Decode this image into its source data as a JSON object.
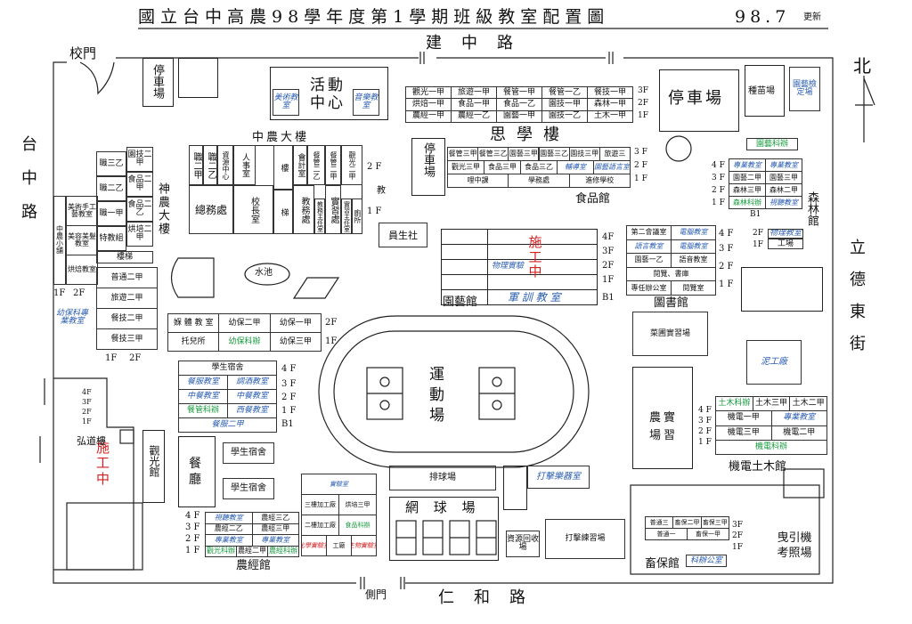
{
  "title": "國立台中高農98學年度第1學期班級教室配置圖",
  "date": "98.7",
  "date_suffix": "更新",
  "compass": "北",
  "roads": {
    "top": "建中路",
    "bottom": "仁和路",
    "left": "台中路",
    "right": "立德東街"
  },
  "gates": {
    "main": "校門",
    "side": "側門"
  },
  "parking": {
    "left": "停車場",
    "center": "停車場",
    "right": "停車場"
  },
  "activity_center": {
    "name": "活動中心",
    "left": "美術教室",
    "right": "音樂教室"
  },
  "zhongnong": {
    "name": "中農大樓",
    "wing_left": [
      "職二甲",
      "職二乙",
      "資源中心"
    ],
    "admin": "總務處",
    "principal": "校長室",
    "personnel": "人事室",
    "accounting": "會計室",
    "stairs": "樓梯",
    "academic": "教務處",
    "academic_note": "教務主任室",
    "practice": "實習處",
    "practice_note": "實習主任室",
    "deputy": "餐管二甲",
    "bath": "廁所",
    "cols": [
      "樓",
      "梯",
      "餐管二乙",
      "觀光二甲"
    ],
    "floors": [
      "2 F",
      "1 F"
    ],
    "teach": "教"
  },
  "shennong": {
    "name": "神農大樓",
    "left_rooms": [
      "美術手工藝教室",
      "美容美髮教室",
      "烘焙教室"
    ],
    "small": "中農小舖",
    "rooms": [
      "職三乙",
      "職二乙",
      "職一甲",
      "特教組"
    ],
    "right_rooms": [
      "園技二甲",
      "食品二甲",
      "食品二乙",
      "烘培二甲"
    ],
    "stairs": "樓梯",
    "floors": [
      "1F",
      "2F"
    ]
  },
  "tuoer": {
    "name": "托兒所",
    "rooms": [
      "普通二甲",
      "旅遊二甲",
      "餐技二甲",
      "餐技三甲"
    ],
    "floors": [
      "1F",
      "2F"
    ],
    "left_label": "幼保科專業教室"
  },
  "pool": "水池",
  "baby": {
    "label": "媬 體 教 室",
    "rooms": [
      "幼保二甲",
      "幼保一甲",
      "托兒所",
      "幼保科辦",
      "幼保三甲"
    ],
    "floors": [
      "2F",
      "1F"
    ]
  },
  "guanguang_rows": [
    [
      "觀光一甲",
      "旅遊一甲",
      "餐管一甲",
      "餐管一乙",
      "餐技一甲"
    ],
    [
      "烘焙一甲",
      "食品一甲",
      "食品一乙",
      "園技一甲",
      "森林一甲"
    ],
    [
      "農經一甲",
      "農經一乙",
      "園藝一甲",
      "園技一乙",
      "土木一甲"
    ]
  ],
  "guanguang_floors": [
    "3F",
    "2F",
    "1F"
  ],
  "sixue": {
    "name": "思學樓",
    "parking": "停車場",
    "row3": [
      "餐管三甲",
      "餐管三乙",
      "園藝三甲",
      "園藝三乙",
      "園技三甲",
      "旅遊三"
    ],
    "row2": [
      "觀光三甲",
      "食品三甲",
      "食品三乙",
      "輔導室",
      "園藝語言室"
    ],
    "row1": [
      "哩中課",
      "學務處",
      "進修學校"
    ],
    "floors": [
      "3 F",
      "2 F",
      "1 F"
    ],
    "food": "食品館"
  },
  "health": "員生社",
  "horticulture": {
    "name": "園藝館",
    "construction": "施工中",
    "physics": "物理實驗",
    "military": "軍 訓 教 室",
    "floors": [
      "4F",
      "3F",
      "2F",
      "1F",
      "B1"
    ]
  },
  "library": {
    "name": "圖書館",
    "rows": [
      [
        "第二會議室",
        "電腦教室"
      ],
      [
        "語言教室",
        "電腦教室"
      ],
      [
        "園藝一乙",
        "語音教室"
      ]
    ],
    "reading": "閱覽、書庫",
    "bottom": [
      "專任辦公室",
      "閱覽室"
    ],
    "floors": [
      "4 F",
      "3 F",
      "2 F",
      "1 F"
    ]
  },
  "yuanyi_right": {
    "office": "園藝科辦",
    "rows": [
      [
        "專業教室",
        "專業教室"
      ],
      [
        "園藝二甲",
        "園藝三甲"
      ],
      [
        "森林三甲",
        "森林二甲"
      ],
      [
        "森林科辦",
        "視聽教室"
      ]
    ],
    "floors": [
      "4 F",
      "3 F",
      "2 F",
      "1 F"
    ],
    "b1": "B1",
    "forestry": "森林館",
    "plant": "種苗場",
    "cert": "園藝檢定場",
    "phys": "物理教室",
    "factory": "工場",
    "phys_floors": [
      "2F",
      "1F"
    ]
  },
  "clay": "泥工廠",
  "veg": "菜圃實習場",
  "farm": "農實場習",
  "stadium": "運動場",
  "jidian": {
    "name": "機電土木館",
    "top": [
      "土木科辦",
      "土木三甲",
      "土木二甲"
    ],
    "r1": [
      "機電一甲",
      "專業教室"
    ],
    "r2": [
      "機電三甲",
      "機電二甲"
    ],
    "r3": [
      "機電科辦"
    ],
    "floors": [
      "4 F",
      "3 F",
      "2 F",
      "1 F"
    ]
  },
  "dorm": {
    "name": "學生宿舍",
    "rows": [
      [
        "餐服教室",
        "調酒教室"
      ],
      [
        "中餐教室",
        "中餐教室"
      ],
      [
        "餐管科辦",
        "西餐教室"
      ]
    ],
    "bottom": "餐服二甲",
    "floors": [
      "4 F",
      "3 F",
      "2 F",
      "1 F",
      "B1"
    ],
    "small1": "學生宿舍",
    "small2": "學生宿舍"
  },
  "left_construction": {
    "label": "施工中",
    "hong": "弘道樓",
    "floors": [
      "4F",
      "3F",
      "2F",
      "1F"
    ]
  },
  "guangguang": "觀光館",
  "canteen": "餐廳",
  "lab": {
    "name": "實驗室",
    "rows": [
      "三樓加工廠",
      "烘培三甲",
      "二樓加工廠",
      "食品科辦",
      "化學實驗室",
      "工廠",
      "生物實驗室"
    ]
  },
  "volleyball": "排球場",
  "tennis": "網 球 場",
  "recycle": "資源回收場",
  "batting": "打擊練習場",
  "batting_room": "打擊樂器室",
  "nongjing": {
    "name": "農經館",
    "rows": [
      [
        "視聽教室",
        "農經三乙"
      ],
      [
        "農經二乙",
        "農經三甲"
      ],
      [
        "專業教室",
        "專業教室"
      ],
      [
        "觀光科辦",
        "農經二甲",
        "農經科辦"
      ]
    ],
    "floors": [
      "4 F",
      "3 F",
      "2 F",
      "1 F"
    ]
  },
  "xumu": {
    "name": "畜保館",
    "rows": [
      [
        "普通三",
        "畜保二甲",
        "畜保三甲"
      ],
      [
        "普通一",
        "畜保一甲"
      ]
    ],
    "office": "科辦公室",
    "floors": [
      "3F",
      "2F",
      "1F"
    ]
  },
  "tractor": "曳引機考照場"
}
